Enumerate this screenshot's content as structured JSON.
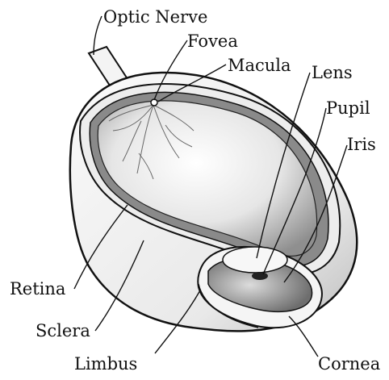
{
  "labels": {
    "optic_nerve": "Optic Nerve",
    "fovea": "Fovea",
    "macula": "Macula",
    "lens": "Lens",
    "pupil": "Pupil",
    "iris": "Iris",
    "retina": "Retina",
    "sclera": "Sclera",
    "limbus": "Limbus",
    "cornea": "Cornea"
  },
  "colors": {
    "outline": "#111111",
    "sclera": "#f2f2f2",
    "retina": "#8a8a8a",
    "interior": "#cfcfcf",
    "iris": "#9a9a9a"
  }
}
